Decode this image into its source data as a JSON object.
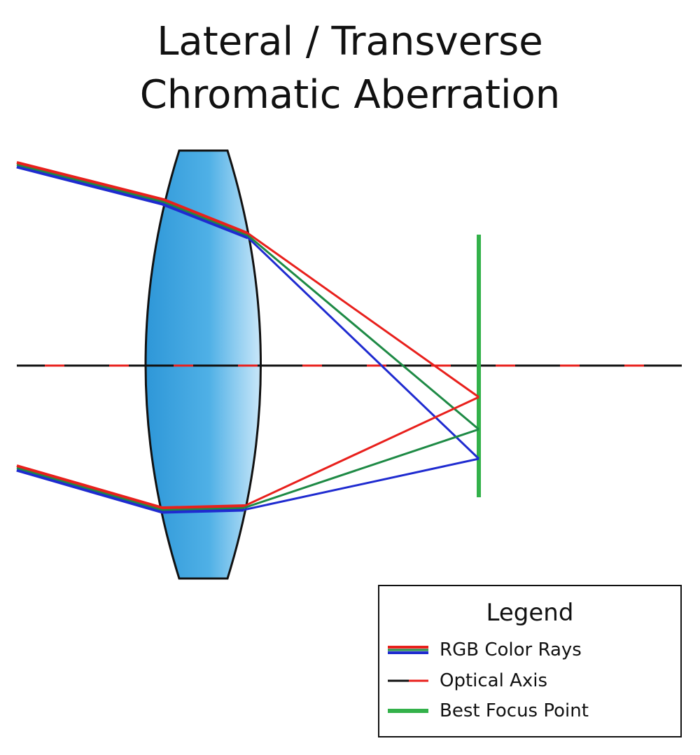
{
  "title": {
    "line1": "Lateral / Transverse",
    "line2": "Chromatic Aberration"
  },
  "legend": {
    "heading": "Legend",
    "items": [
      {
        "label": "RGB Color Rays",
        "icon": "rgb-rays-swatch"
      },
      {
        "label": "Optical Axis",
        "icon": "optical-axis-swatch"
      },
      {
        "label": "Best Focus Point",
        "icon": "focus-line-swatch"
      }
    ]
  },
  "colors": {
    "red": "#e8201c",
    "green": "#1e8a45",
    "blue": "#1f2bd0",
    "focus": "#33b14a",
    "axis": "#111111",
    "lens_light": "#c6e4f8",
    "lens_dark": "#2e97d8"
  }
}
